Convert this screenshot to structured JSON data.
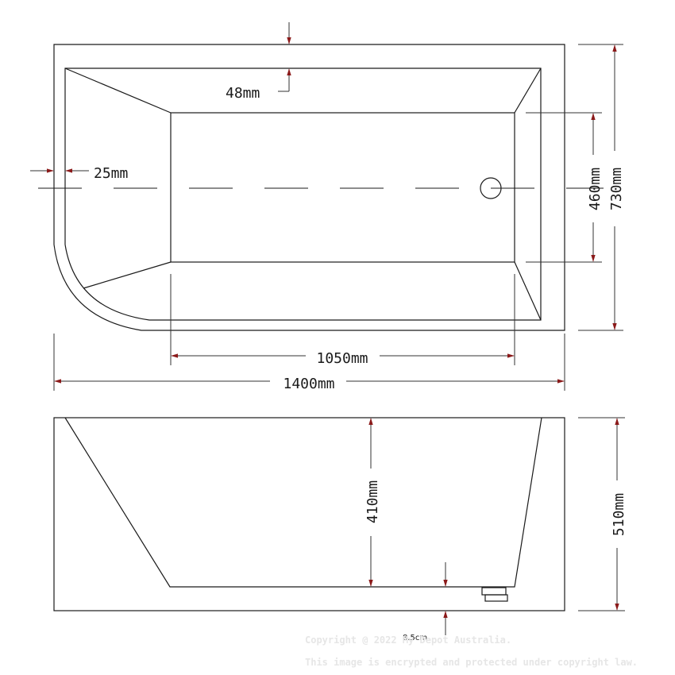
{
  "dimensions": {
    "top_view_width": "1400mm",
    "inner_length": "1050mm",
    "outer_depth": "730mm",
    "inner_width": "460mm",
    "rim_top": "48mm",
    "rim_side": "25mm",
    "side_view_height": "510mm",
    "inner_depth": "410mm",
    "drain_offset": "8.5cm"
  },
  "watermark": {
    "line1": "Copyright @ 2022 My Depot Australia.",
    "line2": "This image is encrypted and protected under copyright law."
  },
  "colors": {
    "line": "#1a1a1a",
    "arrow": "#8b1a1a",
    "watermark": "#e6e6e6"
  }
}
